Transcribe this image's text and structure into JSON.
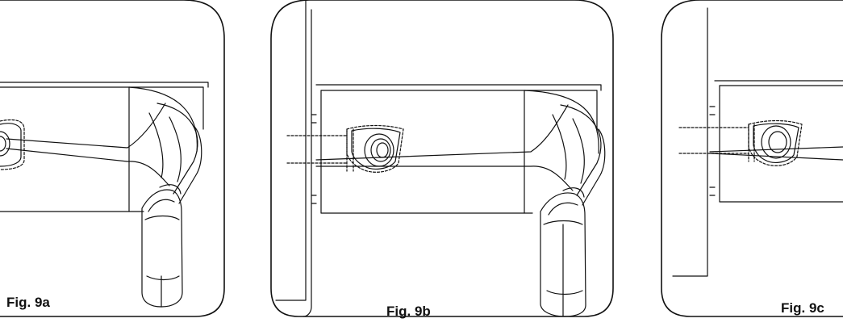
{
  "figures": [
    {
      "caption": "Fig. 9a"
    },
    {
      "caption": "Fig. 9b"
    },
    {
      "caption": "Fig. 9c"
    }
  ],
  "colors": {
    "line": "#111111",
    "background": "#ffffff"
  }
}
